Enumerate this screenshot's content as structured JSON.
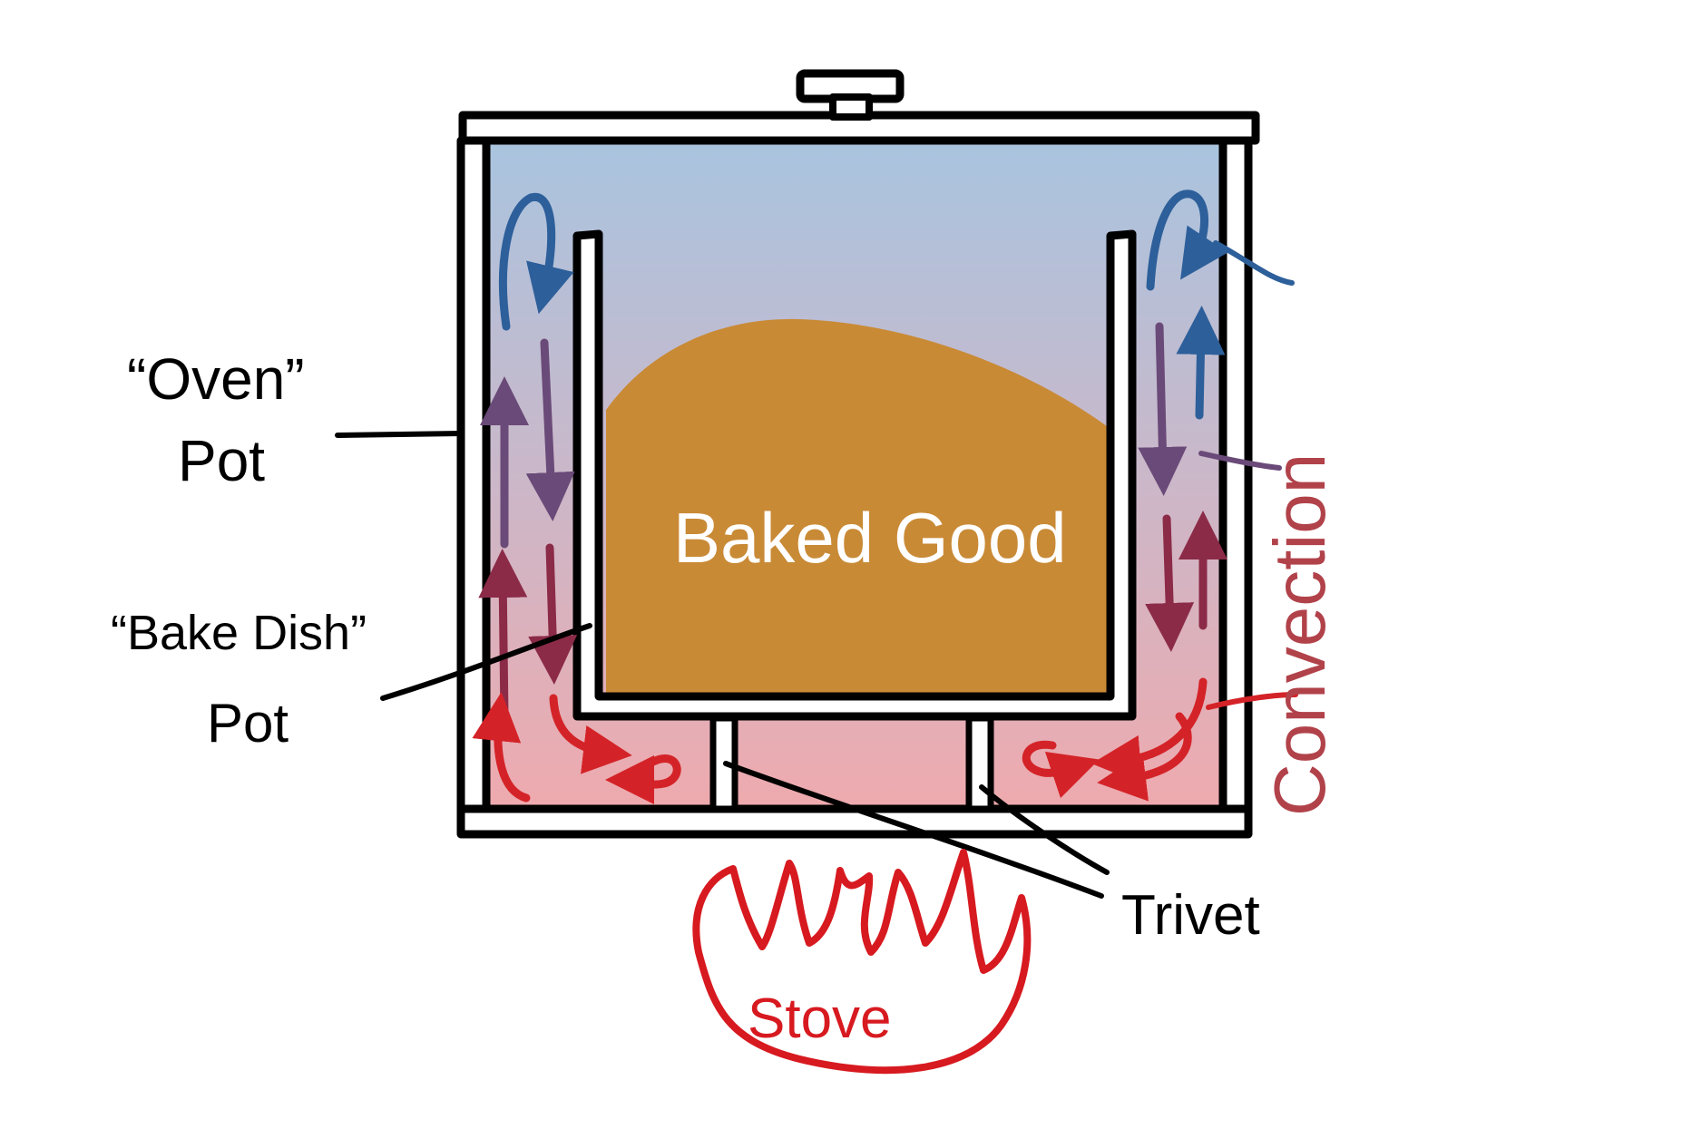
{
  "diagram": {
    "labels": {
      "oven_pot_name": "“Oven”",
      "oven_pot_word": "Pot",
      "bake_dish_name": "“Bake Dish”",
      "bake_dish_word": "Pot",
      "baked_good": "Baked Good",
      "convection": "Convection",
      "trivet": "Trivet",
      "stove": "Stove"
    },
    "colors": {
      "outline": "#000000",
      "air_top": "#a9c4df",
      "air_bottom": "#eeaaae",
      "baked_good": "#c98a36",
      "cool_arrow": "#2d5f9a",
      "mid_arrow": "#6a4a78",
      "warm_arrow": "#8b2b48",
      "hot_arrow": "#d42328",
      "flame": "#d71a20",
      "baked_text": "#ffffff"
    }
  }
}
